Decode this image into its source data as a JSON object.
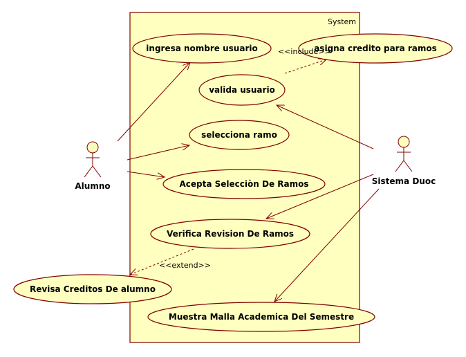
{
  "system": {
    "label": "System"
  },
  "actors": [
    {
      "id": "alumno",
      "label": "Alumno"
    },
    {
      "id": "sistema",
      "label": "Sistema Duoc"
    }
  ],
  "use_cases": [
    {
      "id": "ingresa",
      "label": "ingresa nombre usuario"
    },
    {
      "id": "asigna",
      "label": "asigna credito para ramos"
    },
    {
      "id": "valida",
      "label": "valida usuario"
    },
    {
      "id": "selecciona",
      "label": "selecciona ramo"
    },
    {
      "id": "acepta",
      "label": "Acepta Selecciòn De Ramos"
    },
    {
      "id": "verifica",
      "label": "Verifica Revision De Ramos"
    },
    {
      "id": "revisa",
      "label": "Revisa Creditos De alumno"
    },
    {
      "id": "muestra",
      "label": "Muestra Malla Academica Del Semestre"
    }
  ],
  "relations": {
    "include": "<<include>>",
    "extend": "<<extend>>"
  },
  "colors": {
    "line": "#800000",
    "fill": "#ffffc0"
  }
}
